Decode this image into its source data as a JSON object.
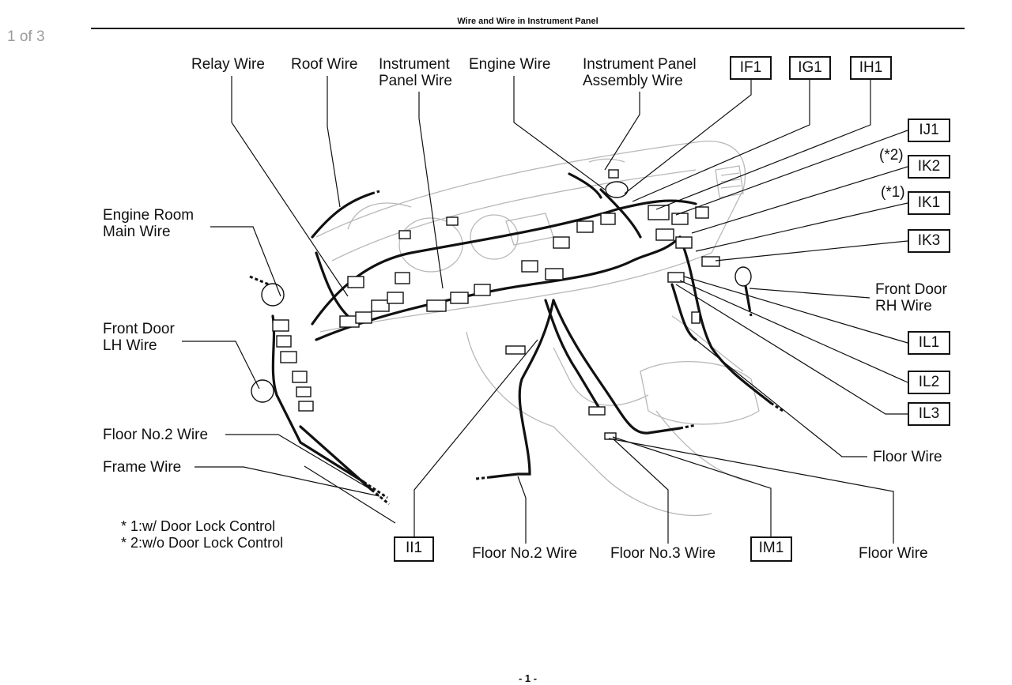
{
  "page_counter": "1 of 3",
  "header": {
    "title": "Wire and Wire in Instrument Panel"
  },
  "page_number": "- 1 -",
  "labels": {
    "relay_wire": "Relay Wire",
    "roof_wire": "Roof Wire",
    "instrument_panel_wire": [
      "Instrument",
      "Panel Wire"
    ],
    "engine_wire": "Engine Wire",
    "instrument_panel_assembly_wire": [
      "Instrument Panel",
      "Assembly Wire"
    ],
    "engine_room_main_wire": [
      "Engine Room",
      "Main Wire"
    ],
    "front_door_lh_wire": [
      "Front Door",
      "LH Wire"
    ],
    "floor_no2_wire_left": "Floor No.2 Wire",
    "frame_wire": "Frame Wire",
    "front_door_rh_wire": [
      "Front Door",
      "RH Wire"
    ],
    "floor_wire_right": "Floor Wire",
    "floor_no2_wire_bottom": "Floor No.2 Wire",
    "floor_no3_wire": "Floor No.3 Wire",
    "floor_wire_bottom": "Floor Wire",
    "star2": "(*2)",
    "star1": "(*1)"
  },
  "connectors": {
    "IF1": "IF1",
    "IG1": "IG1",
    "IH1": "IH1",
    "IJ1": "IJ1",
    "IK2": "IK2",
    "IK1": "IK1",
    "IK3": "IK3",
    "IL1": "IL1",
    "IL2": "IL2",
    "IL3": "IL3",
    "II1": "II1",
    "IM1": "IM1"
  },
  "notes": [
    "* 1:w/ Door Lock Control",
    "* 2:w/o Door Lock Control"
  ]
}
